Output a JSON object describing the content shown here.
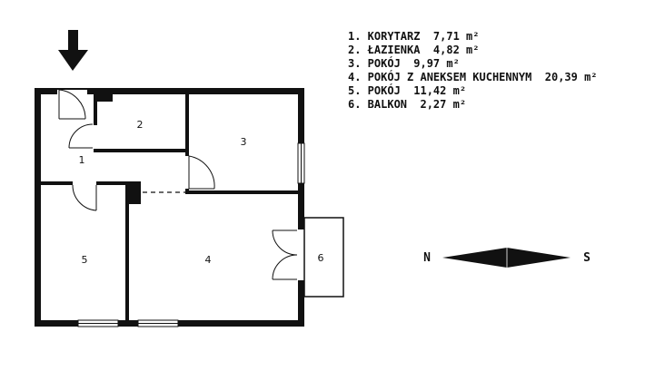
{
  "legend": [
    {
      "label": "1. KORYTARZ  7,71 m²"
    },
    {
      "label": "2. ŁAZIENKA  4,82 m²"
    },
    {
      "label": "3. POKÓJ  9,97 m²"
    },
    {
      "label": "4. POKÓJ Z ANEKSEM KUCHENNYM  20,39 m²"
    },
    {
      "label": "5. POKÓJ  11,42 m²"
    },
    {
      "label": "6. BALKON  2,27 m²"
    }
  ],
  "rooms": {
    "r1": "1",
    "r2": "2",
    "r3": "3",
    "r4": "4",
    "r5": "5",
    "r6": "6"
  },
  "compass": {
    "north": "N",
    "south": "S"
  }
}
